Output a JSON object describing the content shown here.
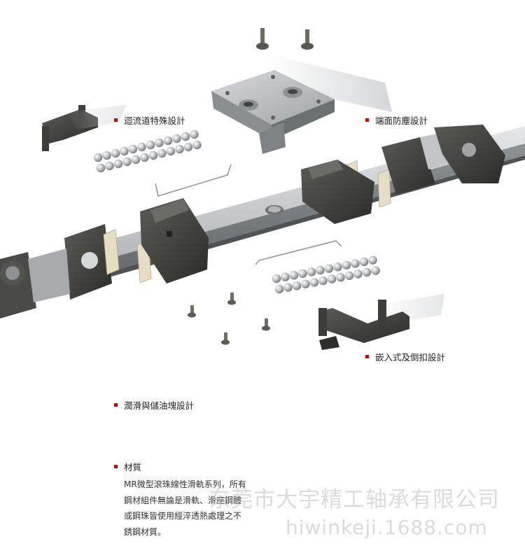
{
  "labels": {
    "recirculation": "迴流道特殊設計",
    "end_face": "端面防塵設計",
    "embedded": "嵌入式及倒扣設計",
    "lubrication": "潤滑與儲油塊設計"
  },
  "material": {
    "title": "材質",
    "lines": [
      "MR微型滾珠線性滑軌系列，所有",
      "鋼材組件無論是滑軌、滑座鋼體",
      "或鋼珠皆使用經淬透熱處理之不",
      "銹鋼材質。"
    ]
  },
  "watermark": {
    "company": "东莞市大宇精工轴承有限公司",
    "site": "hiwinkeji.1688.com"
  },
  "colors": {
    "bullet": "#d10000",
    "rail": "#b8bcbe",
    "plastic": "#3d3d3a"
  }
}
